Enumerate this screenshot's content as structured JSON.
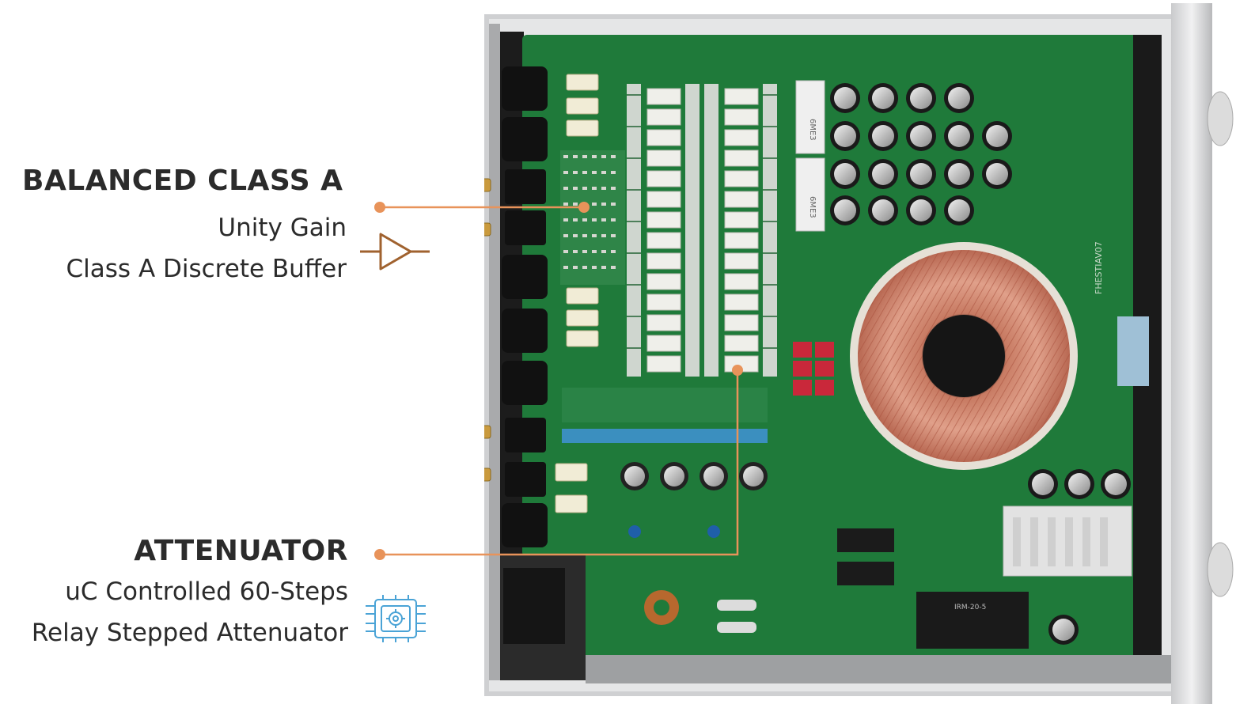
{
  "callouts": [
    {
      "heading": "BALANCED CLASS A",
      "lines": [
        "Unity Gain",
        "Class A Discrete Buffer"
      ],
      "icon": "amplifier-buffer-icon"
    },
    {
      "heading": "ATTENUATOR",
      "lines": [
        "uC Controlled 60-Steps",
        "Relay Stepped Attenuator"
      ],
      "icon": "relay-chip-icon"
    }
  ],
  "board_labels": {
    "pcb_model": "FHESTIAV07",
    "capacitor_a": "6ME3",
    "capacitor_b": "6ME3",
    "power_module": "IRM-20-5"
  },
  "colors": {
    "accent": "#e8935a",
    "pcb": "#1f7a3a",
    "chassis": "#d9dadc",
    "icon_outline": "#a0622f",
    "icon_blue": "#4aa3d6"
  }
}
